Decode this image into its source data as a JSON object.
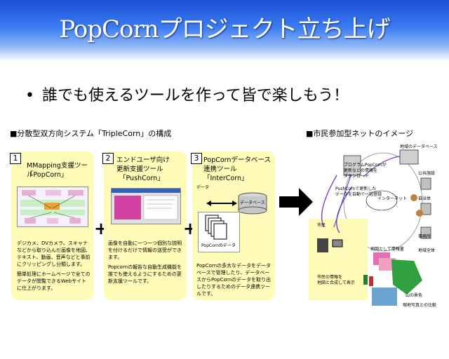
{
  "title": "PopCornプロジェクト立ち上げ",
  "bullet": {
    "mark": "•",
    "text": "誰でも使えるツールを作って皆で楽しもう！"
  },
  "left_heading": "■分散型双方向システム「TripleCorn」の構成",
  "right_heading": "■市民参加型ネットのイメージ",
  "panels": [
    {
      "num": "1",
      "title1": "MMapping支援ツール",
      "title2": "「PopCorn」",
      "text1": "デジカメ、DVカメラ、スキャナなどから取り込んだ画像を地図、テキスト、動画、音声などと事前にクリッピングし分類します。",
      "text2": "簡単処理にホームページで全てのデータが閲覧できるWebサイトに仕上がります。"
    },
    {
      "num": "2",
      "title1": "エンドユーザ向け",
      "title2": "更新支援ツール",
      "title3": "「PushCorn」",
      "text1": "画像を自動に一つ一つ個別な説明を付けるだけで情報の送受ができます。",
      "text2": "Popcornの報告な自動生成機能を誰でも使えるようにするための更新支援ツールです。"
    },
    {
      "num": "3",
      "title1": "PopCornデータベース",
      "title2": "連携ツール",
      "title3": "「InterCorn」",
      "data_label": "データ",
      "db_label": "データベース",
      "stack_label": "PopCornのデータ",
      "text1": "PopCornの多大なデータをデータベースで管理したり、データベースからPopCornのデータを取り出したりするためのデータ連携ツールです。"
    }
  ],
  "plus": "+",
  "net_labels": {
    "internet": "インターネット",
    "l1": "地域のデータベース",
    "l2": "プログラムPopCornが\n更新などの情報を\nダウンロード",
    "l3": "PushCornで更新した\nデータを自動で一括登録",
    "l4": "市民",
    "l5": "自治体",
    "l6": "事務所",
    "l7": "地域全体",
    "l8": "公共施設",
    "l9": "市民の情報を\n地図と合成して表示",
    "l10": "地図として情報量",
    "l11": "山の景色",
    "l12": "現地写真との比較"
  },
  "colors": {
    "panel": "#fffbb8",
    "title_blue": "#1a4fd6"
  }
}
